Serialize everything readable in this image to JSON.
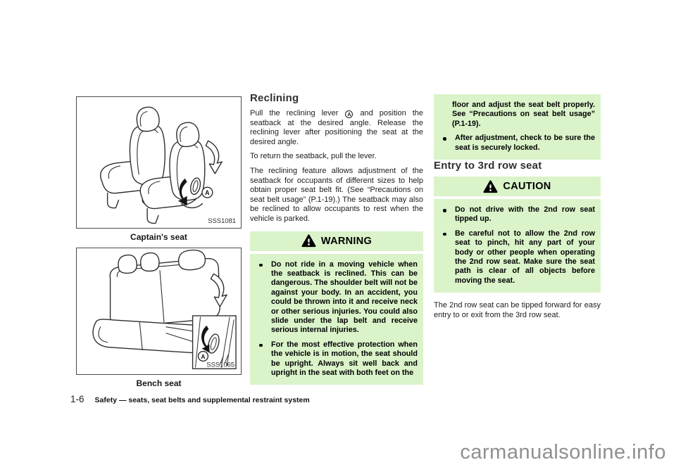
{
  "colors": {
    "box_green": "#daf3c9",
    "text": "#1c1c1c",
    "watermark_gray": "#8f8f8f",
    "frame_border": "#4a4a4a"
  },
  "figures": [
    {
      "caption": "Captain's seat",
      "code": "SSS1081",
      "callout": "A"
    },
    {
      "caption": "Bench seat",
      "code": "SSS1065",
      "callout": "A"
    }
  ],
  "reclining": {
    "heading": "Reclining",
    "para1_before": "Pull the reclining lever",
    "para1_callout": "A",
    "para1_after": "and position the seatback at the desired angle. Release the reclining lever after positioning the seat at the desired angle.",
    "para2": "To return the seatback, pull the lever.",
    "para3": "The reclining feature allows adjustment of the seatback for occupants of different sizes to help obtain proper seat belt fit. (See “Precautions on seat belt usage” (P.1-19).) The seatback may also be reclined to allow occupants to rest when the vehicle is parked."
  },
  "warning_box": {
    "title": "WARNING",
    "bullets": [
      "Do not ride in a moving vehicle when the seatback is reclined. This can be dangerous. The shoulder belt will not be against your body. In an accident, you could be thrown into it and receive neck or other serious injuries. You could also slide under the lap belt and receive serious internal injuries.",
      "For the most effective protection when the vehicle is in motion, the seat should be upright. Always sit well back and upright in the seat with both feet on the"
    ],
    "continuation": "floor and adjust the seat belt properly. See “Precautions on seat belt usage” (P.1-19).",
    "continuation_bullets": [
      "After adjustment, check to be sure the seat is securely locked."
    ]
  },
  "entry_section": {
    "heading": "Entry to 3rd row seat",
    "caution": {
      "title": "CAUTION",
      "bullets": [
        "Do not drive with the 2nd row seat tipped up.",
        "Be careful not to allow the 2nd row seat to pinch, hit any part of your body or other people when operating the 2nd row seat. Make sure the seat path is clear of all objects before moving the seat."
      ]
    },
    "para": "The 2nd row seat can be tipped forward for easy entry to or exit from the 3rd row seat."
  },
  "page": {
    "footer": {
      "page_number": "1-6",
      "section_title": "Safety — seats, seat belts and supplemental restraint system"
    },
    "watermark": "carmanualsonline.info"
  }
}
